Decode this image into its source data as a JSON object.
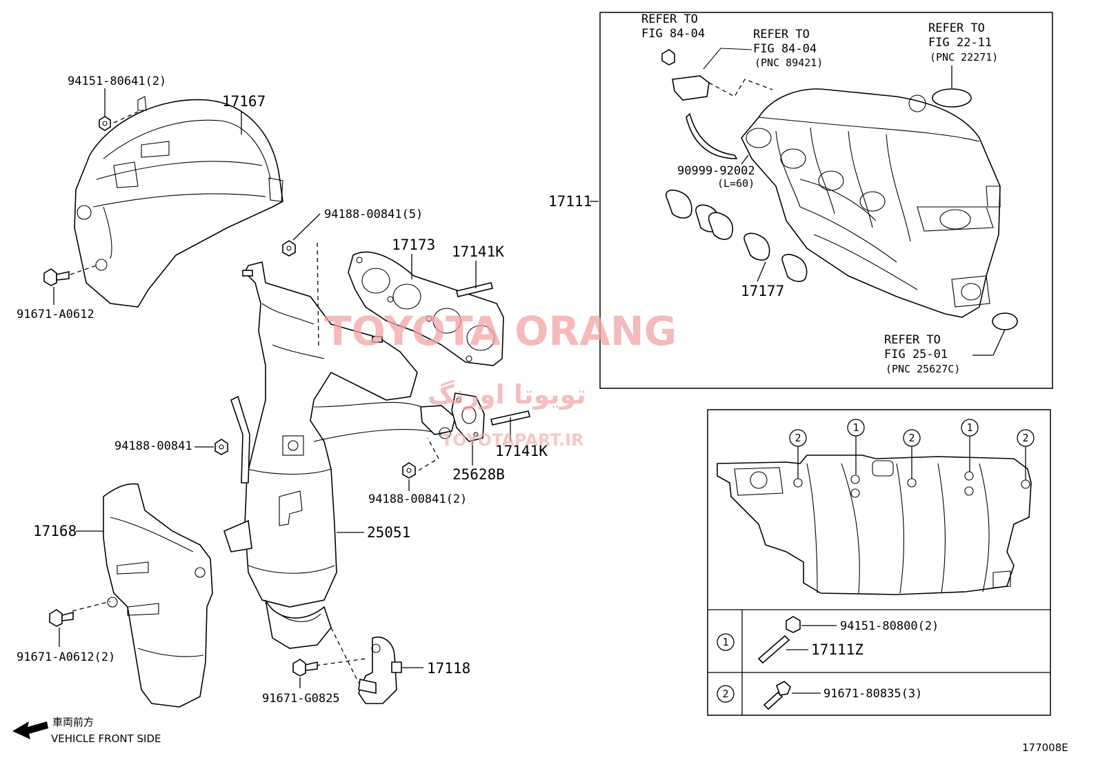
{
  "labels": {
    "p17167": "17167",
    "p94151_80641": "94151-80641(2)",
    "p91671_A0612": "91671-A0612",
    "p94188_00841_5": "94188-00841(5)",
    "p17173": "17173",
    "p17141K_a": "17141K",
    "p17141K_b": "17141K",
    "p94188_00841": "94188-00841",
    "p25628B": "25628B",
    "p94188_00841_2": "94188-00841(2)",
    "p17168": "17168",
    "p25051": "25051",
    "p91671_A0612_2": "91671-A0612(2)",
    "p17118": "17118",
    "p91671_G0825": "91671-G0825",
    "p17111": "17111",
    "p90999_92002": "90999-92002",
    "p90999_len": "(L=60)",
    "p17177": "17177"
  },
  "refs": {
    "ref1_line1": "REFER TO",
    "ref1_line2": "FIG 84-04",
    "ref2_line1": "REFER TO",
    "ref2_line2": "FIG 84-04",
    "ref2_pnc": "(PNC 89421)",
    "ref3_line1": "REFER TO",
    "ref3_line2": "FIG 22-11",
    "ref3_pnc": "(PNC 22271)",
    "ref4_line1": "REFER TO",
    "ref4_line2": "FIG 25-01",
    "ref4_pnc": "(PNC 25627C)"
  },
  "legend": {
    "marker1": "1",
    "marker2": "2",
    "row1_part_a": "94151-80800(2)",
    "row1_part_b": "17111Z",
    "row2_part": "91671-80835(3)"
  },
  "callouts": [
    "2",
    "1",
    "2",
    "1",
    "2"
  ],
  "direction": {
    "jp": "車両前方",
    "en": "VEHICLE FRONT SIDE"
  },
  "figure_id": "177008E",
  "watermark": {
    "main": "TOYOTA ORANG",
    "persian": "تویوتا اورنگ",
    "site": "TOYOTAPART.IR"
  }
}
